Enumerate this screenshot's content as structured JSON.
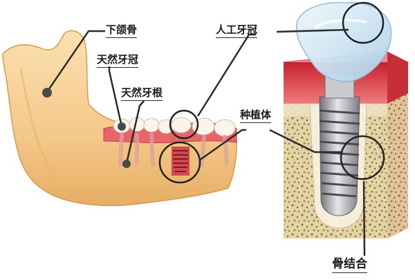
{
  "labels": {
    "mandible": "下颌骨",
    "natural_crown": "天然牙冠",
    "natural_root": "天然牙根",
    "artificial_crown": "人工牙冠",
    "implant": "种植体",
    "osseointegration": "骨结合"
  },
  "colors": {
    "bone": "#f4c98a",
    "bone_dark": "#d89a4e",
    "gum": "#e2535a",
    "gum_dark": "#b8232c",
    "crown": "#cfe6f4",
    "implant_metal": "#a9a9ad",
    "marrow": "#d9c79a",
    "leader_line": "#2b2b2b"
  }
}
